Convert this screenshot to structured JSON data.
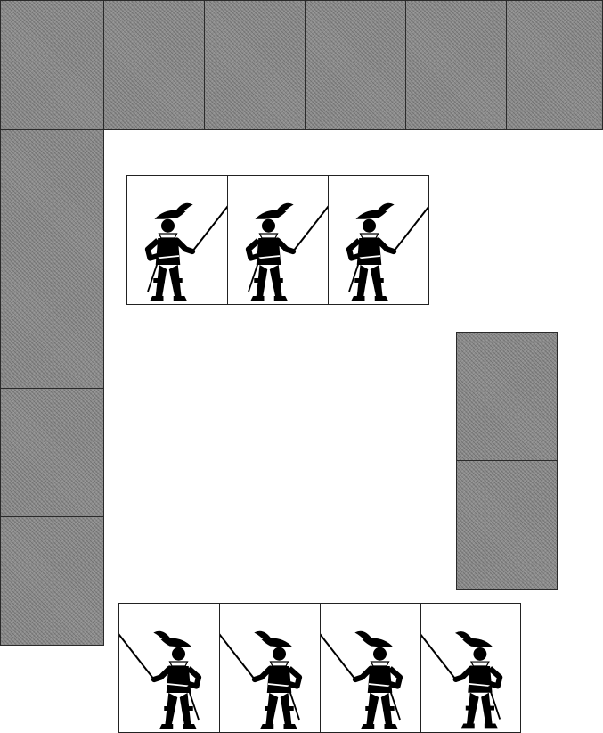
{
  "game": {
    "colors": {
      "blocked_tile": "#8c8c8c",
      "background": "#ffffff",
      "card_ink": "#000000"
    },
    "upper_group": {
      "card_icon": "musketeer-icon",
      "facing": "right",
      "count": 3
    },
    "lower_group": {
      "card_icon": "musketeer-icon",
      "facing": "left",
      "count": 4
    },
    "top_wall": {
      "tiles": 6
    },
    "left_wall": {
      "tiles": 4
    },
    "right_block": {
      "tiles": 2
    }
  }
}
